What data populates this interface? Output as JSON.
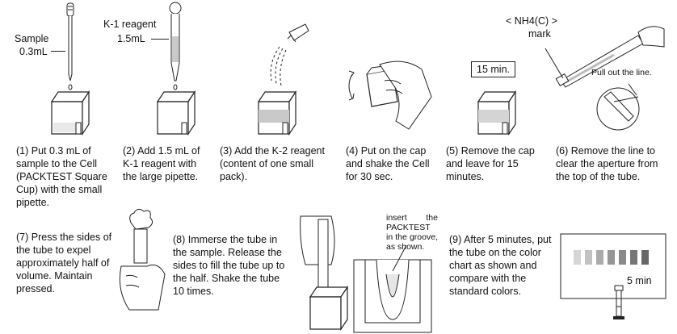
{
  "labels": {
    "sample": "Sample",
    "sample_vol": "0.3mL",
    "k1": "K-1 reagent",
    "k1_vol": "1.5mL",
    "timer": "15 min.",
    "nh4_mark": "< NH4(C) >",
    "nh4_mark_line2": "mark",
    "pull": "Pull out the line.",
    "insert": "insert the PACKTEST in the groove, as shown.",
    "chart_time": "5 min"
  },
  "steps": [
    {
      "num": "(1)",
      "text": "Put 0.3 mL of sample to the Cell (PACKTEST Square Cup) with the small pipette."
    },
    {
      "num": "(2)",
      "text": "Add 1.5 mL of K-1 reagent with the large pipette."
    },
    {
      "num": "(3)",
      "text": "Add the K-2 reagent (content of one small pack)."
    },
    {
      "num": "(4)",
      "text": "Put on the cap and shake the Cell for 30 sec."
    },
    {
      "num": "(5)",
      "text": "Remove the cap and leave for 15 minutes."
    },
    {
      "num": "(6)",
      "text": "Remove the line to clear the aperture from the top of the tube."
    },
    {
      "num": "(7)",
      "text": "Press the sides of the tube to expel approximately half of volume. Maintain pressed."
    },
    {
      "num": "(8)",
      "text": "Immerse the tube in the sample. Release the sides to fill the tube up to the half. Shake the tube 10 times."
    },
    {
      "num": "(9)",
      "text": "After 5 minutes, put the tube on the color chart as shown and compare with the standard colors."
    }
  ],
  "colors": {
    "chart_swatches": [
      "#d6d6d6",
      "#c2c2c2",
      "#ababab",
      "#969696",
      "#8a8a8a",
      "#767676",
      "#666666"
    ],
    "liquid": "#c9c9c9"
  }
}
